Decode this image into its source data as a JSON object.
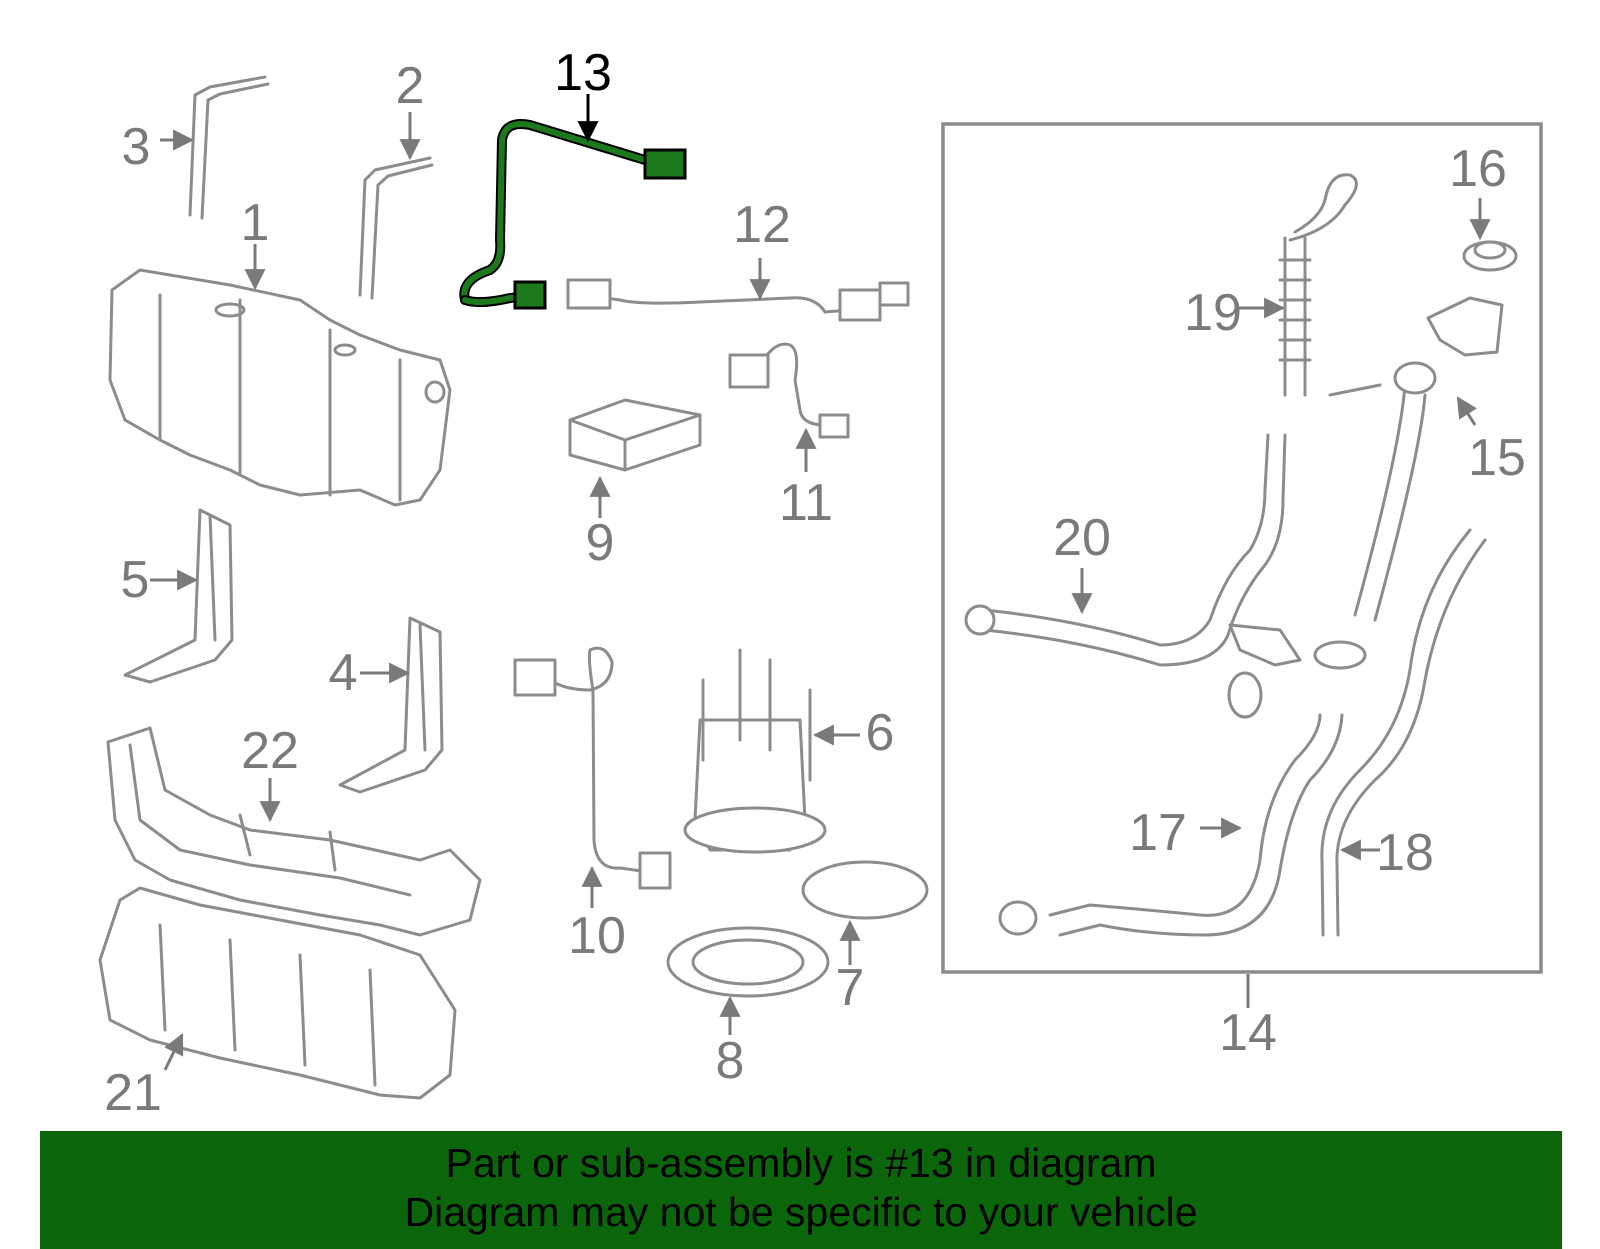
{
  "diagram": {
    "highlighted_part": "13",
    "callouts": [
      "1",
      "2",
      "3",
      "4",
      "5",
      "6",
      "7",
      "8",
      "9",
      "10",
      "11",
      "12",
      "13",
      "14",
      "15",
      "16",
      "17",
      "18",
      "19",
      "20",
      "21",
      "22"
    ]
  },
  "footer": {
    "line1": "Part or sub-assembly is #13 in diagram",
    "line2": "Diagram may not be specific to your vehicle"
  },
  "colors": {
    "highlight": "#1c7a1c",
    "footer_bg": "#0b660b",
    "parts": "#8c8c8c"
  }
}
